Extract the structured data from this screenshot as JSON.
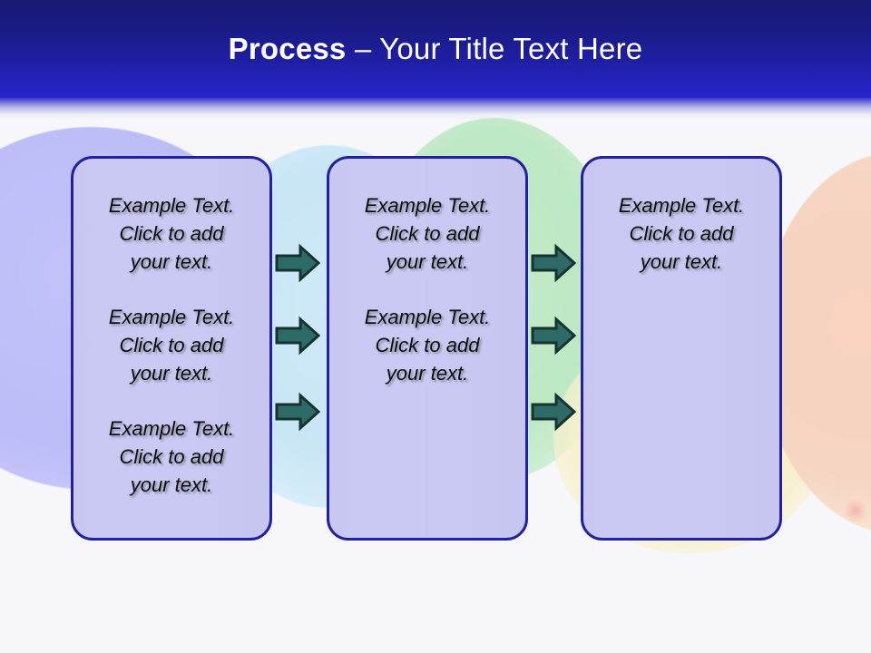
{
  "slide": {
    "title": {
      "bold_part": "Process",
      "regular_part": " – Your Title Text Here"
    },
    "theme": {
      "banner_top": "#181874",
      "banner_bottom": "#2727cc",
      "box_fill": "#c8c8f2",
      "box_border": "#2222a0",
      "arrow_fill": "#2f6b66",
      "arrow_outline": "#16332f",
      "background": "#f7f7fb"
    },
    "background_blobs": [
      {
        "name": "purple-blob",
        "color": "#bcbcf8"
      },
      {
        "name": "blue-blob",
        "color": "#c9e6f6"
      },
      {
        "name": "green-blob",
        "color": "#bde8c4"
      },
      {
        "name": "yellow-blob",
        "color": "#f7f0cc"
      },
      {
        "name": "peach-blob",
        "color": "#f6d4c2"
      },
      {
        "name": "pink-dot",
        "color": "#f3b6ae"
      }
    ],
    "columns": [
      {
        "name": "column-1",
        "blocks": [
          "Example Text.\nClick  to add\nyour text.",
          "Example Text.\nClick  to add\nyour text.",
          "Example Text.\nClick  to add\nyour text."
        ]
      },
      {
        "name": "column-2",
        "blocks": [
          "Example Text.\nClick  to add\nyour text.",
          "Example Text.\nClick  to add\nyour text."
        ]
      },
      {
        "name": "column-3",
        "blocks": [
          "Example Text.\nClick  to add\nyour text."
        ]
      }
    ],
    "connectors": {
      "group_1_to_2": [
        {
          "name": "arrow-1",
          "icon": "right-arrow-icon"
        },
        {
          "name": "arrow-2",
          "icon": "right-arrow-icon"
        },
        {
          "name": "arrow-3",
          "icon": "right-arrow-icon"
        }
      ],
      "group_2_to_3": [
        {
          "name": "arrow-1",
          "icon": "right-arrow-icon"
        },
        {
          "name": "arrow-2",
          "icon": "right-arrow-icon"
        },
        {
          "name": "arrow-3",
          "icon": "right-arrow-icon"
        }
      ]
    }
  }
}
